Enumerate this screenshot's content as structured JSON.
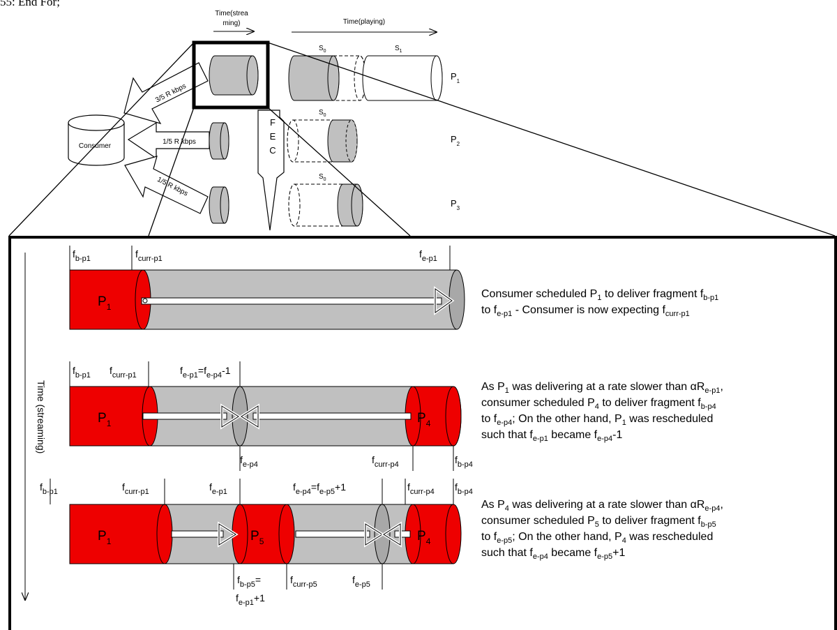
{
  "header_fragment": "55:  End For;",
  "top": {
    "time_streaming": [
      "Time(strea",
      "ming)"
    ],
    "time_playing": "Time(playing)",
    "consumer": "Consumer",
    "rates": [
      "3/5 R kbps",
      "1/5 R kbps",
      "1/5 R kbps"
    ],
    "fec": [
      "F",
      "E",
      "C"
    ],
    "s0": "S",
    "s1": "S",
    "s0_sub": "0",
    "s1_sub": "1",
    "peers": [
      {
        "t": "P",
        "s": "1"
      },
      {
        "t": "P",
        "s": "2"
      },
      {
        "t": "P",
        "s": "3"
      }
    ]
  },
  "time_axis_label": "Time (streaming)",
  "stage1": {
    "labels": [
      {
        "t": "f",
        "s": "b-p1"
      },
      {
        "t": "f",
        "s": "curr-p1"
      },
      {
        "t": "f",
        "s": "e-p1"
      }
    ],
    "seg": [
      {
        "t": "P",
        "s": "1"
      }
    ],
    "desc": [
      [
        {
          "t": "Consumer scheduled P"
        },
        {
          "s": "1"
        },
        {
          "t": " to deliver fragment f"
        },
        {
          "s": "b-p1"
        }
      ],
      [
        {
          "t": "to f"
        },
        {
          "s": "e-p1"
        },
        {
          "t": " - Consumer is now expecting f"
        },
        {
          "s": "curr-p1"
        }
      ]
    ]
  },
  "stage2": {
    "top_labels": [
      {
        "t": "f",
        "s": "b-p1"
      },
      {
        "t": "f",
        "s": "curr-p1"
      },
      {
        "t": "f",
        "s": "e-p1",
        "r": "=f",
        "s2": "e-p4",
        "r2": "-1"
      }
    ],
    "bottom_labels": [
      {
        "t": "f",
        "s": "e-p4"
      },
      {
        "t": "f",
        "s": "curr-p4"
      },
      {
        "t": "f",
        "s": "b-p4"
      }
    ],
    "seg": [
      {
        "t": "P",
        "s": "1"
      },
      {
        "t": "P",
        "s": "4"
      }
    ],
    "desc": [
      [
        {
          "t": "As P"
        },
        {
          "s": "1"
        },
        {
          "t": " was delivering at a rate slower than αR"
        },
        {
          "s": "e-p1"
        },
        {
          "t": ","
        }
      ],
      [
        {
          "t": "consumer scheduled P"
        },
        {
          "s": "4"
        },
        {
          "t": " to deliver fragment f"
        },
        {
          "s": "b-p4"
        }
      ],
      [
        {
          "t": "to f"
        },
        {
          "s": "e-p4"
        },
        {
          "t": "; On the other hand, P"
        },
        {
          "s": "1"
        },
        {
          "t": " was rescheduled"
        }
      ],
      [
        {
          "t": "such that f"
        },
        {
          "s": "e-p1"
        },
        {
          "t": " became f"
        },
        {
          "s": "e-p4"
        },
        {
          "t": "-1"
        }
      ]
    ]
  },
  "stage3": {
    "top_labels": [
      {
        "t": "f",
        "s": "b-p1"
      },
      {
        "t": "f",
        "s": "curr-p1"
      },
      {
        "t": "f",
        "s": "e-p1"
      },
      {
        "t": "f",
        "s": "e-p4",
        "r": "=f",
        "s2": "e-p5",
        "r2": "+1"
      },
      {
        "t": "f",
        "s": "curr-p4"
      },
      {
        "t": "f",
        "s": "b-p4"
      }
    ],
    "bottom_labels": [
      {
        "t": "f",
        "s": "b-p5",
        "r": "="
      },
      {
        "t": "f",
        "s": "e-p1",
        "r": "+1"
      },
      {
        "t": "f",
        "s": "curr-p5"
      },
      {
        "t": "f",
        "s": "e-p5"
      }
    ],
    "seg": [
      {
        "t": "P",
        "s": "1"
      },
      {
        "t": "P",
        "s": "5"
      },
      {
        "t": "P",
        "s": "4"
      }
    ],
    "desc": [
      [
        {
          "t": "As P"
        },
        {
          "s": "4"
        },
        {
          "t": " was delivering at a rate slower than αR"
        },
        {
          "s": "e-p4"
        },
        {
          "t": ","
        }
      ],
      [
        {
          "t": "consumer scheduled P"
        },
        {
          "s": "5"
        },
        {
          "t": " to deliver fragment f"
        },
        {
          "s": "b-p5"
        }
      ],
      [
        {
          "t": "to f"
        },
        {
          "s": "e-p5"
        },
        {
          "t": "; On the other hand, P"
        },
        {
          "s": "4"
        },
        {
          "t": " was rescheduled"
        }
      ],
      [
        {
          "t": "such that f"
        },
        {
          "s": "e-p4"
        },
        {
          "t": " became f"
        },
        {
          "s": "e-p5"
        },
        {
          "t": "+1"
        }
      ]
    ]
  },
  "colors": {
    "red": "#ee0000",
    "gray": "#c0c0c0",
    "dark_gray": "#808080",
    "black": "#000000",
    "white": "#ffffff"
  }
}
